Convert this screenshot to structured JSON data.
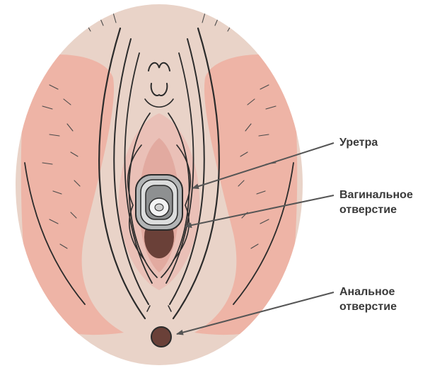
{
  "labels": {
    "urethra": "Уретра",
    "vaginal_line1": "Вагинальное",
    "vaginal_line2": "отверстие",
    "anal_line1": "Анальное",
    "anal_line2": "отверстие"
  },
  "colors": {
    "skin": "#e9d3c8",
    "blush": "#eeb4a6",
    "inner_pink": "#eac0b7",
    "inner_dark": "#6a4038",
    "outline": "#2b2b2b",
    "device_gray": "#b3b5b6",
    "pointer": "#555555",
    "label_text": "#3a3a3a"
  }
}
